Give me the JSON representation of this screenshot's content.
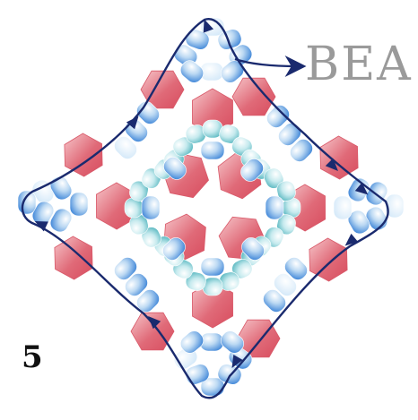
{
  "diagram": {
    "step_number": "5",
    "watermark": "BEA",
    "colors": {
      "red_bead": "#e06070",
      "red_bead_light": "#f8c8cc",
      "blue_bead": "#5b9be0",
      "blue_bead_light": "#e6f2fc",
      "teal_bead": "#6cc0c8",
      "teal_bead_light": "#e8f7f8",
      "thread": "#1a2a6e"
    },
    "bead_types": [
      "red-hexagon-bead",
      "blue-seed-bead",
      "teal-seed-bead"
    ],
    "thread_path": "clockwise-around-outer-diamond-with-exit-arrow"
  }
}
